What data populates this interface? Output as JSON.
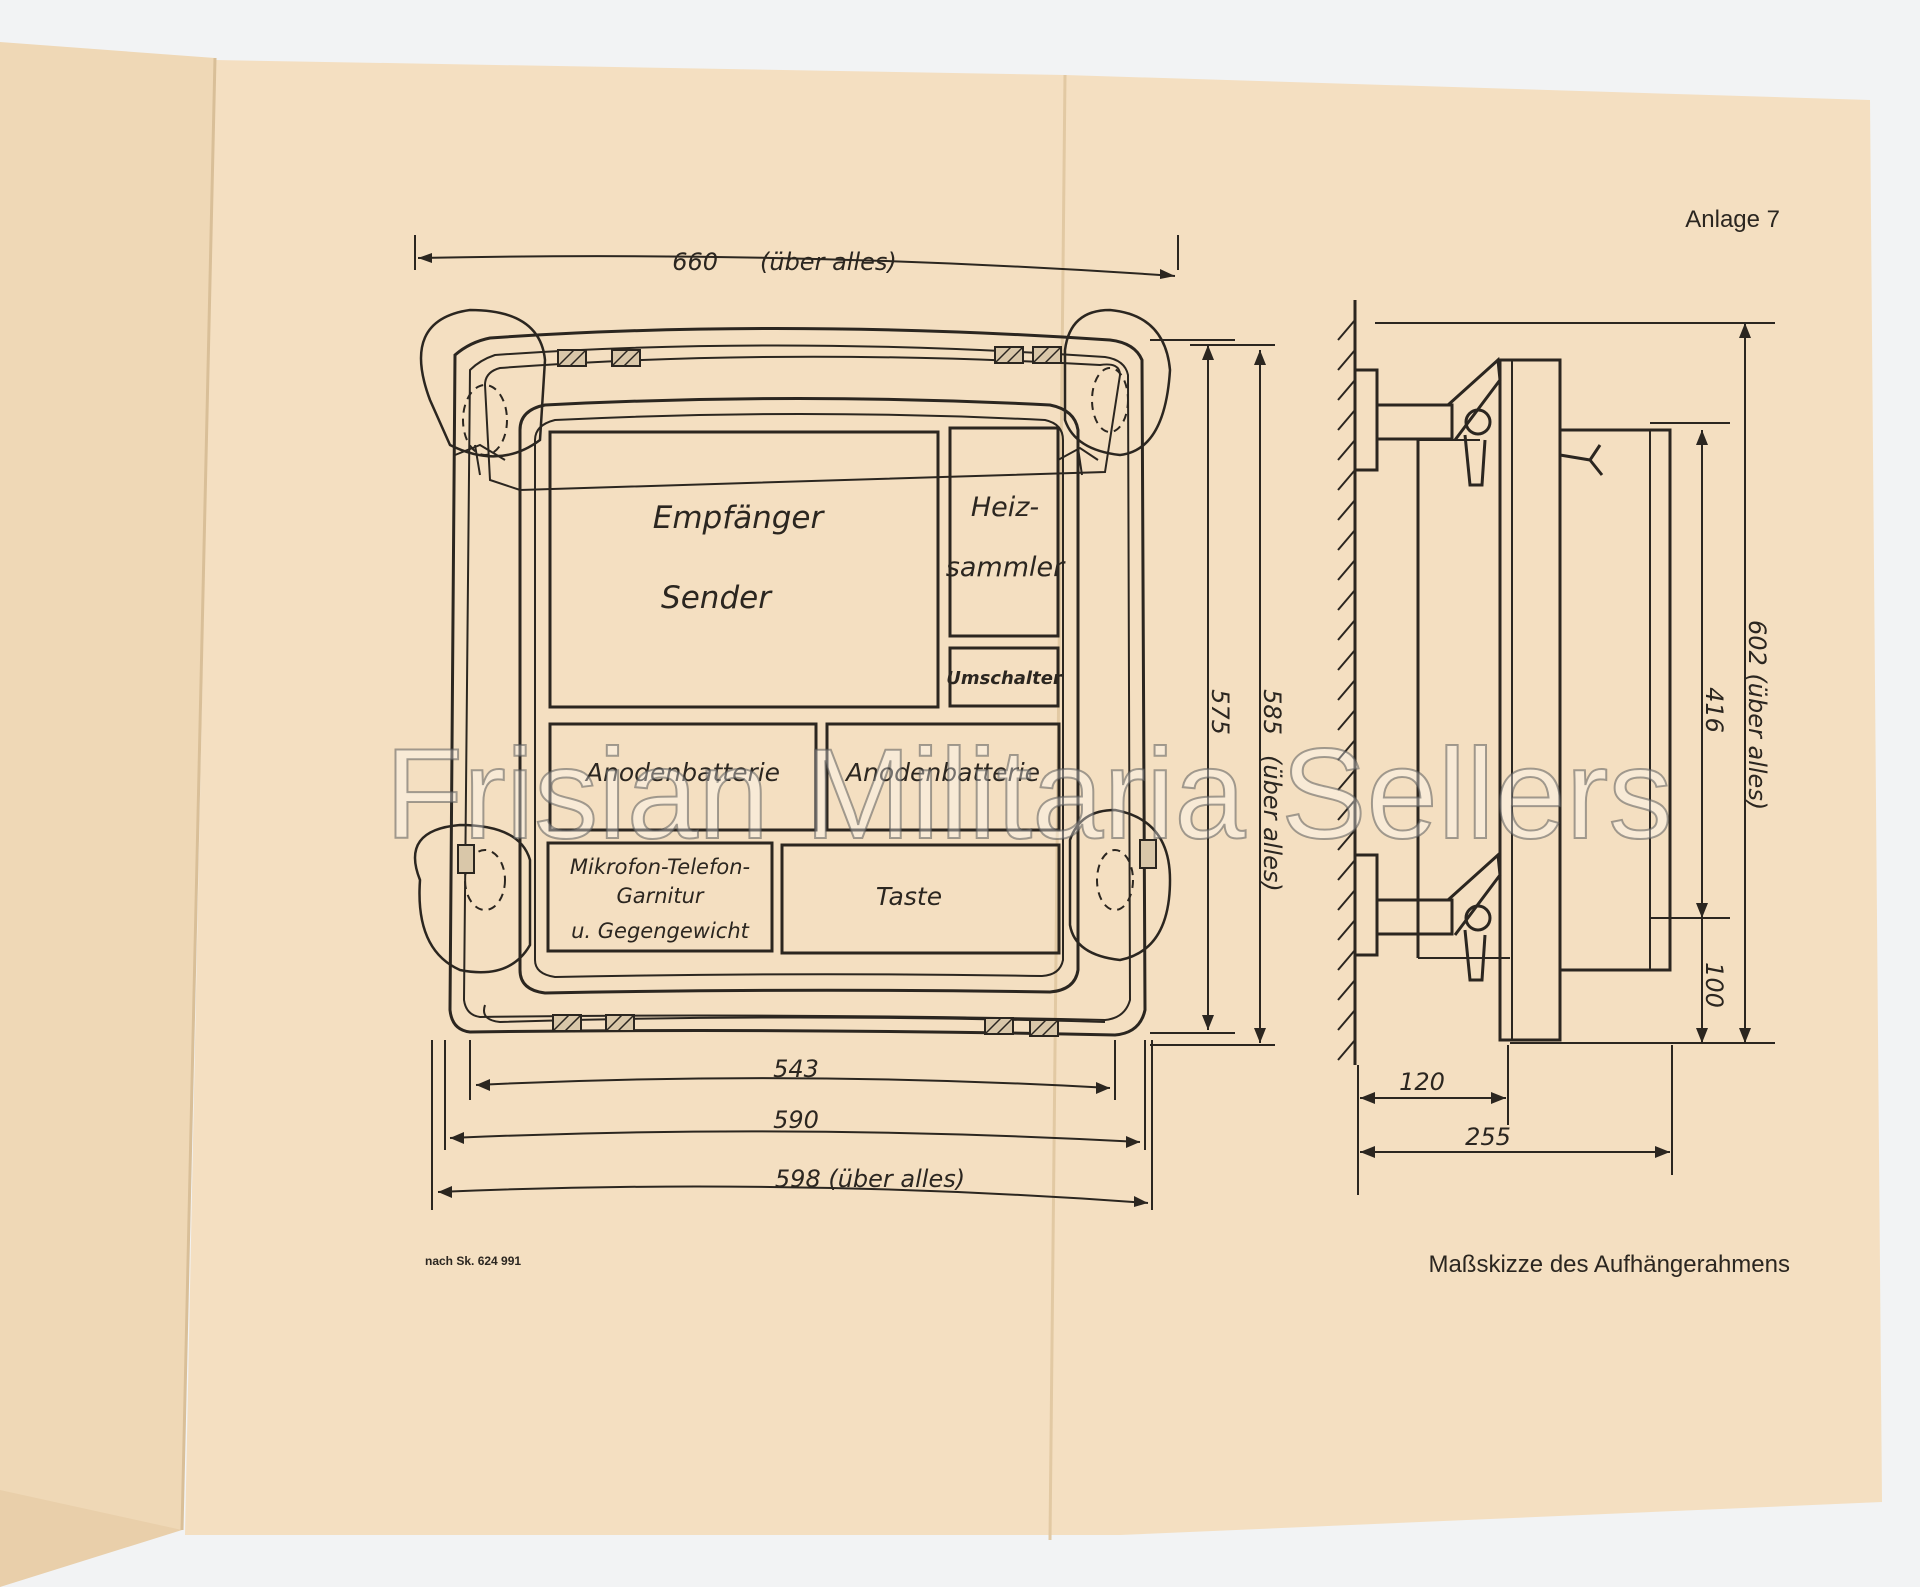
{
  "page": {
    "annex_label": "Anlage 7",
    "caption": "Maßskizze des Aufhängerahmens",
    "drawing_ref": "nach Sk. 624 991",
    "watermark": "Frisian Militaria Sellers"
  },
  "front_view": {
    "compartments": {
      "receiver": "Empfänger",
      "transmitter": "Sender",
      "heater_line1": "Heiz-",
      "heater_line2": "sammler",
      "switch": "Umschalter",
      "battery_left": "Anodenbatterie",
      "battery_right": "Anodenbatterie",
      "mic_line1": "Mikrofon-Telefon-",
      "mic_line2": "Garnitur",
      "mic_line3": "u. Gegengewicht",
      "key": "Taste"
    },
    "dimensions": {
      "width_overall": "660",
      "width_overall_note": "(über alles)",
      "inner_height": "575",
      "height_overall": "585",
      "height_overall_note": "(über alles)",
      "width_543": "543",
      "width_590": "590",
      "width_598": "598 (über alles)"
    }
  },
  "side_view": {
    "dimensions": {
      "height_overall": "602 (über alles)",
      "height_416": "416",
      "height_100": "100",
      "depth_120": "120",
      "depth_255": "255"
    }
  },
  "colors": {
    "paper": "#f4dfc1",
    "paper_dark": "#eed6b4",
    "ink": "#2b2620",
    "background": "#f2f3f4"
  }
}
